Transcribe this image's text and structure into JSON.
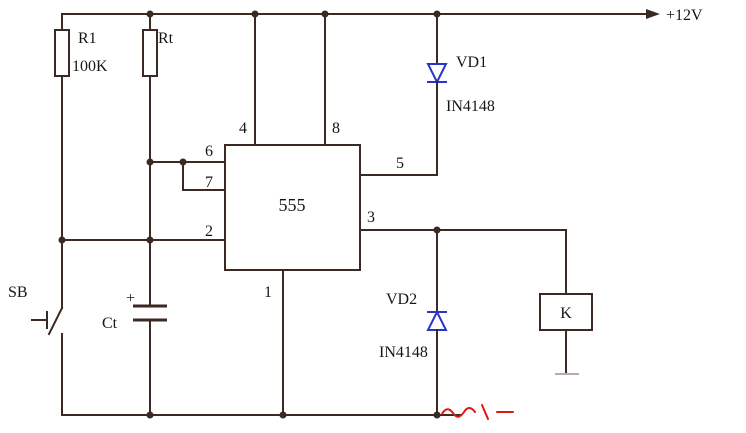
{
  "colors": {
    "wire": "#3b2a23",
    "diode": "#2a35c8",
    "text": "#161616",
    "red": "#e0160f",
    "faint": "#b6abab",
    "bg": "#ffffff"
  },
  "power": {
    "rail_label": "+12V"
  },
  "components": {
    "r1": {
      "name": "R1",
      "value": "100K"
    },
    "rt": {
      "name": "Rt"
    },
    "ic": {
      "label": "555",
      "pins": {
        "1": "1",
        "2": "2",
        "3": "3",
        "4": "4",
        "5": "5",
        "6": "6",
        "7": "7",
        "8": "8"
      }
    },
    "vd1": {
      "name": "VD1",
      "part": "IN4148"
    },
    "vd2": {
      "name": "VD2",
      "part": "IN4148"
    },
    "sb": {
      "name": "SB"
    },
    "ct": {
      "name": "Ct",
      "polarity": "+"
    },
    "k": {
      "name": "K"
    }
  }
}
